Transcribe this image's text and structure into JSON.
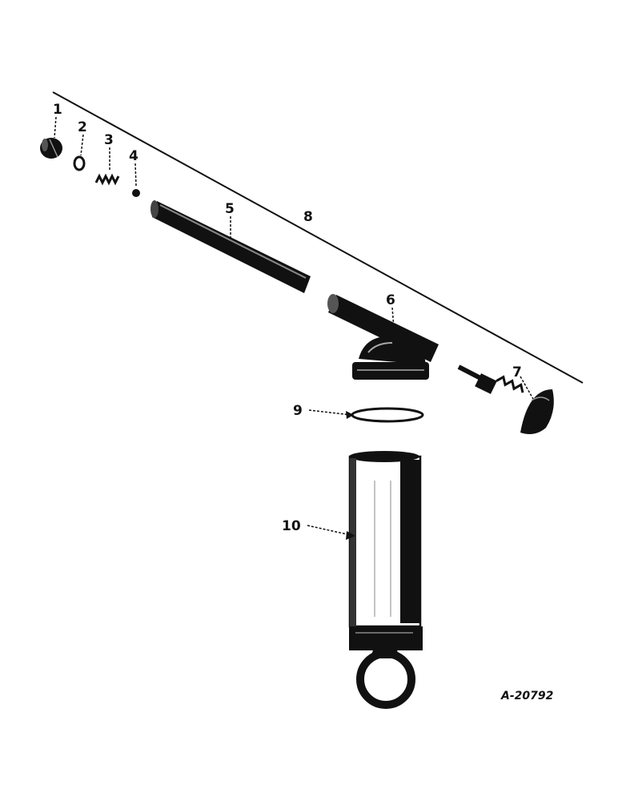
{
  "diagram": {
    "callouts": [
      "1",
      "2",
      "3",
      "4",
      "5",
      "8",
      "6",
      "7",
      "9",
      "10"
    ],
    "drawing_code": "A-20792",
    "ink_color": "#111111",
    "paper_color": "#ffffff"
  }
}
